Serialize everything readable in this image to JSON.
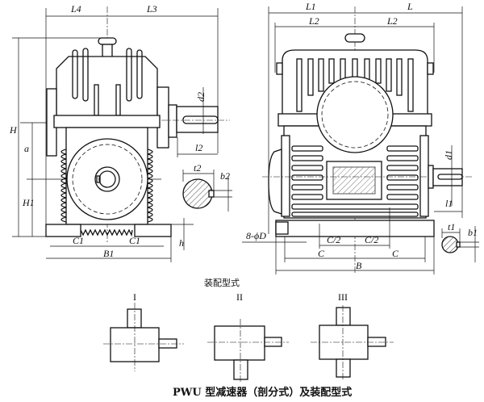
{
  "left_view": {
    "L4": "L4",
    "L3": "L3",
    "H": "H",
    "a": "a",
    "H1": "H1",
    "d2": "d2",
    "l2": "l2",
    "t2": "t2",
    "b2": "b2",
    "C1": "C1",
    "B1": "B1",
    "h": "h"
  },
  "right_view": {
    "L1": "L1",
    "L": "L",
    "L2": "L2",
    "d1": "d1",
    "l1": "l1",
    "t1": "t1",
    "b1": "b1",
    "holes": "8-ϕD",
    "C_half": "C/2",
    "C": "C",
    "B": "B"
  },
  "assembly": {
    "caption": "装配型式",
    "types": [
      "I",
      "II",
      "III"
    ]
  },
  "title": "PWU 型减速器（剖分式）及装配型式"
}
